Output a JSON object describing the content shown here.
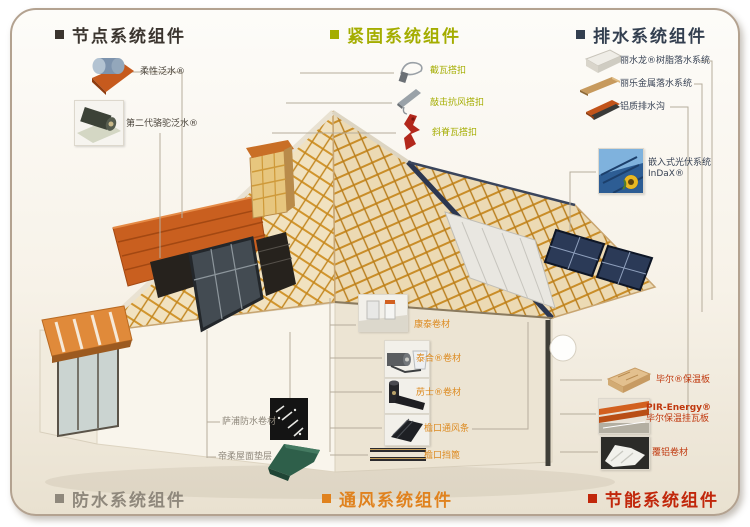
{
  "sections": {
    "node": {
      "title": "节点系统组件",
      "color": "#3b352f",
      "items": [
        {
          "label": "柔性泛水®",
          "icon": "flashing-roll"
        },
        {
          "label": "第二代骆驼泛水®",
          "icon": "camel-flashing-roll"
        }
      ]
    },
    "fastening": {
      "title": "紧固系统组件",
      "color": "#a4ad00",
      "items": [
        {
          "label": "截瓦搭扣",
          "icon": "wire-tile-clip"
        },
        {
          "label": "敲击抗风搭扣",
          "icon": "storm-clip"
        },
        {
          "label": "斜脊瓦搭扣",
          "icon": "ridge-tile-clip"
        }
      ]
    },
    "drainage": {
      "title": "排水系统组件",
      "color": "#333f50",
      "items": [
        {
          "label": "丽水龙®树脂落水系统",
          "icon": "resin-gutter"
        },
        {
          "label": "丽乐金属落水系统",
          "icon": "metal-gutter"
        },
        {
          "label": "铝质排水沟",
          "icon": "aluminium-drain"
        }
      ]
    },
    "solar": {
      "label": "嵌入式光伏系统",
      "sublabel": "InDaX®",
      "icon": "solar-photo"
    },
    "energy": {
      "title": "节能系统组件",
      "color": "#c1270b",
      "items": [
        {
          "label": "毕尔®保温板",
          "icon": "insulation-board"
        },
        {
          "label": "PIR-Energy®",
          "label2": "毕尔保温挂瓦板",
          "icon": "pir-tile-board"
        },
        {
          "label": "覆铝卷材",
          "icon": "foil-membrane"
        }
      ]
    },
    "ventilation": {
      "title": "通风系统组件",
      "color": "#e0821e",
      "items": [
        {
          "label": "康泰卷材",
          "icon": "kangtai-roll"
        },
        {
          "label": "泰合®卷材",
          "icon": "taihe-roll"
        },
        {
          "label": "苈士®卷材",
          "icon": "lishi-roll"
        },
        {
          "label": "檐口通风条",
          "icon": "eave-vent-strip"
        },
        {
          "label": "檐口挡篦",
          "icon": "eave-comb"
        }
      ]
    },
    "waterproof": {
      "title": "防水系统组件",
      "color": "#8f887c",
      "items": [
        {
          "label": "萨浦防水卷材",
          "icon": "waterproof-membrane"
        },
        {
          "label": "帝柔屋面垫层",
          "icon": "green-underlay"
        }
      ]
    }
  }
}
